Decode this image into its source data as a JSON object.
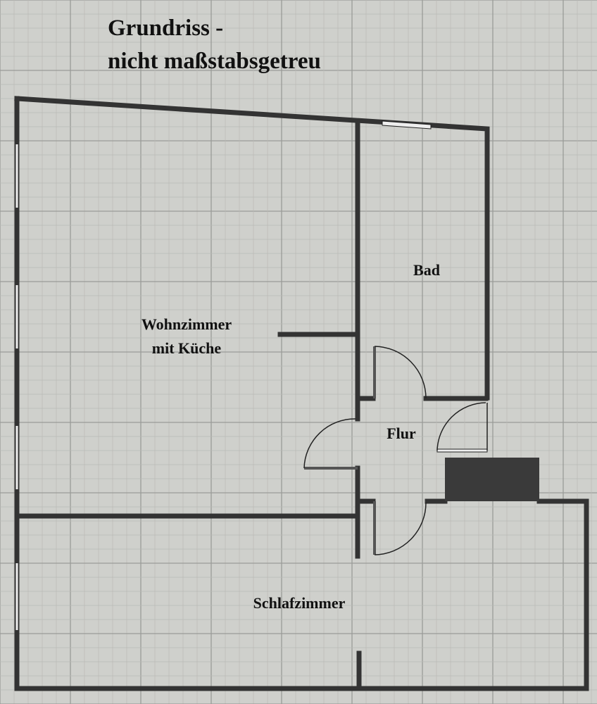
{
  "title": {
    "line1": "Grundriss -",
    "line2": "nicht maßstabsgetreu"
  },
  "rooms": {
    "bad": "Bad",
    "wohnzimmer_line1": "Wohnzimmer",
    "wohnzimmer_line2": "mit Küche",
    "flur": "Flur",
    "schlafzimmer": "Schlafzimmer"
  },
  "colors": {
    "paper": "#cfd0cc",
    "wall": "#333333",
    "chimney": "#3a3a3a"
  }
}
